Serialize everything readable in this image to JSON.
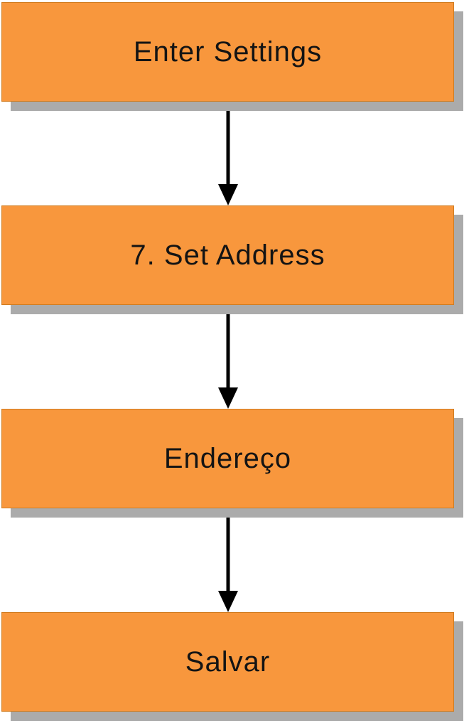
{
  "diagram": {
    "type": "flowchart",
    "direction": "top-down",
    "nodes": [
      {
        "id": "enter-settings",
        "label": "Enter Settings"
      },
      {
        "id": "set-address",
        "label": "7. Set Address"
      },
      {
        "id": "endereco",
        "label": "Endereço"
      },
      {
        "id": "salvar",
        "label": "Salvar"
      }
    ],
    "edges": [
      {
        "from": "enter-settings",
        "to": "set-address"
      },
      {
        "from": "set-address",
        "to": "endereco"
      },
      {
        "from": "endereco",
        "to": "salvar"
      }
    ],
    "colors": {
      "node_fill": "#F8973D",
      "node_border": "#D07C20",
      "shadow": "#ABABAB",
      "arrow": "#000000",
      "text": "#141414",
      "background": "#FFFFFF"
    }
  }
}
